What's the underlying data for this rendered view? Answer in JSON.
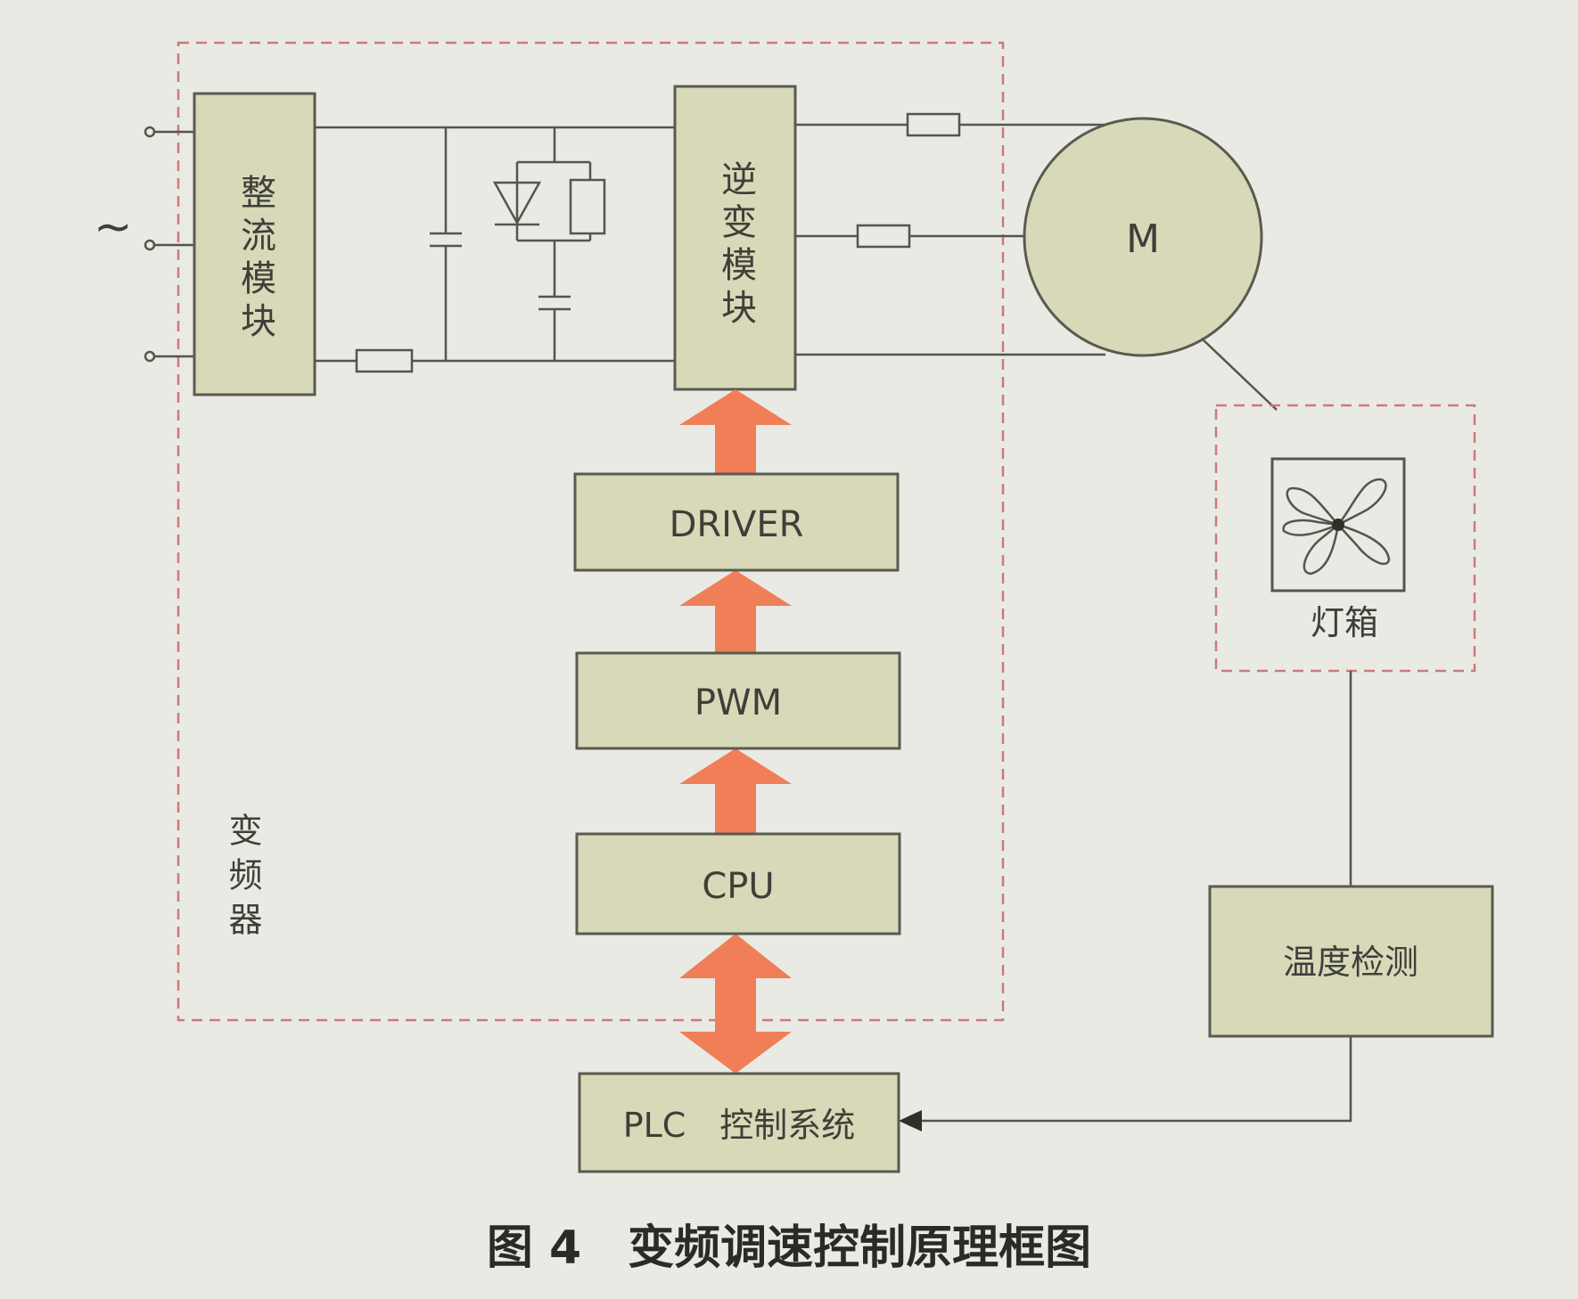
{
  "diagram": {
    "ac_symbol": "~",
    "rectifier_label": "整流模块",
    "inverter_label": "逆变模块",
    "motor_label": "M",
    "vfd_label": "变频器",
    "driver_label": "DRIVER",
    "pwm_label": "PWM",
    "cpu_label": "CPU",
    "plc_label": "PLC　控制系统",
    "lightbox_label": "灯箱",
    "temp_label": "温度检测",
    "caption": "图 4　变频调速控制原理框图"
  },
  "colors": {
    "background": "#eaeae4",
    "box_fill": "#d7d9b9",
    "arrow": "#f07f58",
    "dashed_border": "#c97b7b",
    "line": "#55554d"
  },
  "icons": {
    "fan": "fan-icon",
    "diode": "diode-icon"
  }
}
